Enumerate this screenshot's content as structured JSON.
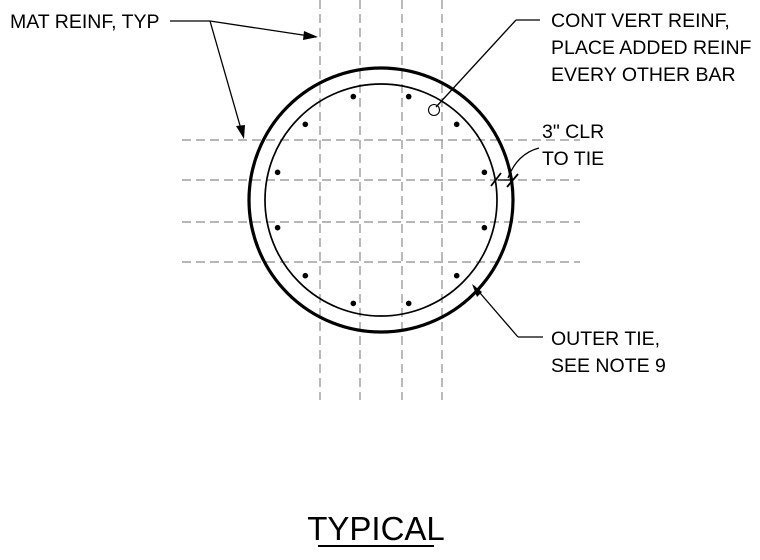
{
  "labels": {
    "mat_reinf": "MAT REINF, TYP",
    "cont_vert_line1": "CONT VERT REINF,",
    "cont_vert_line2": "PLACE ADDED REINF",
    "cont_vert_line3": "EVERY OTHER BAR",
    "clr_line1": "3\" CLR",
    "clr_line2": "TO TIE",
    "outer_tie_line1": "OUTER TIE,",
    "outer_tie_line2": "SEE NOTE 9"
  },
  "title": "TYPICAL",
  "colors": {
    "ink": "#000000",
    "grid": "#8c8c8c",
    "background": "#ffffff"
  }
}
